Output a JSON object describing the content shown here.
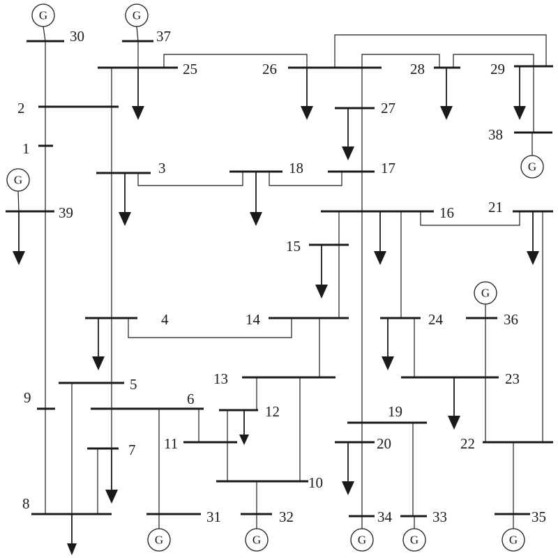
{
  "generator_symbol": "G",
  "buses": [
    {
      "id": "b1",
      "label": "1"
    },
    {
      "id": "b2",
      "label": "2"
    },
    {
      "id": "b3",
      "label": "3"
    },
    {
      "id": "b4",
      "label": "4"
    },
    {
      "id": "b5",
      "label": "5"
    },
    {
      "id": "b6",
      "label": "6"
    },
    {
      "id": "b7",
      "label": "7"
    },
    {
      "id": "b8",
      "label": "8"
    },
    {
      "id": "b9",
      "label": "9"
    },
    {
      "id": "b10",
      "label": "10"
    },
    {
      "id": "b11",
      "label": "11"
    },
    {
      "id": "b12",
      "label": "12"
    },
    {
      "id": "b13",
      "label": "13"
    },
    {
      "id": "b14",
      "label": "14"
    },
    {
      "id": "b15",
      "label": "15"
    },
    {
      "id": "b16",
      "label": "16"
    },
    {
      "id": "b17",
      "label": "17"
    },
    {
      "id": "b18",
      "label": "18"
    },
    {
      "id": "b19",
      "label": "19"
    },
    {
      "id": "b20",
      "label": "20"
    },
    {
      "id": "b21",
      "label": "21"
    },
    {
      "id": "b22",
      "label": "22"
    },
    {
      "id": "b23",
      "label": "23"
    },
    {
      "id": "b24",
      "label": "24"
    },
    {
      "id": "b25",
      "label": "25"
    },
    {
      "id": "b26",
      "label": "26"
    },
    {
      "id": "b27",
      "label": "27"
    },
    {
      "id": "b28",
      "label": "28"
    },
    {
      "id": "b29",
      "label": "29"
    },
    {
      "id": "b30",
      "label": "30"
    },
    {
      "id": "b31",
      "label": "31"
    },
    {
      "id": "b32",
      "label": "32"
    },
    {
      "id": "b33",
      "label": "33"
    },
    {
      "id": "b34",
      "label": "34"
    },
    {
      "id": "b35",
      "label": "35"
    },
    {
      "id": "b36",
      "label": "36"
    },
    {
      "id": "b37",
      "label": "37"
    },
    {
      "id": "b38",
      "label": "38"
    },
    {
      "id": "b39",
      "label": "39"
    }
  ],
  "generators": [
    "b30",
    "b37",
    "b39",
    "b38",
    "b36",
    "b31",
    "b32",
    "b34",
    "b33",
    "b35"
  ],
  "loads": [
    "b39",
    "b25",
    "b26",
    "b27",
    "b28",
    "b29",
    "b3",
    "b18",
    "b15",
    "b16",
    "b21",
    "b4",
    "b24",
    "b23",
    "b12",
    "b20",
    "b7",
    "b8"
  ],
  "connections": [
    [
      "b30",
      "b2"
    ],
    [
      "b2",
      "b1"
    ],
    [
      "b1",
      "b39"
    ],
    [
      "b39",
      "b9"
    ],
    [
      "b9",
      "b8"
    ],
    [
      "b37",
      "b25"
    ],
    [
      "b2",
      "b25"
    ],
    [
      "b2",
      "b3"
    ],
    [
      "b25",
      "b26"
    ],
    [
      "b26",
      "b27"
    ],
    [
      "b27",
      "b17"
    ],
    [
      "b17",
      "b16"
    ],
    [
      "b26",
      "b28"
    ],
    [
      "b26",
      "b29"
    ],
    [
      "b28",
      "b29"
    ],
    [
      "b29",
      "b38"
    ],
    [
      "b3",
      "b18"
    ],
    [
      "b18",
      "b17"
    ],
    [
      "b3",
      "b4"
    ],
    [
      "b16",
      "b15"
    ],
    [
      "b16",
      "b21"
    ],
    [
      "b16",
      "b19"
    ],
    [
      "b16",
      "b24"
    ],
    [
      "b15",
      "b14"
    ],
    [
      "b4",
      "b14"
    ],
    [
      "b4",
      "b5"
    ],
    [
      "b14",
      "b13"
    ],
    [
      "b5",
      "b6"
    ],
    [
      "b5",
      "b8"
    ],
    [
      "b6",
      "b7"
    ],
    [
      "b7",
      "b8"
    ],
    [
      "b6",
      "b11"
    ],
    [
      "b6",
      "b31"
    ],
    [
      "b13",
      "b12"
    ],
    [
      "b13",
      "b10"
    ],
    [
      "b11",
      "b12"
    ],
    [
      "b11",
      "b10"
    ],
    [
      "b10",
      "b32"
    ],
    [
      "b19",
      "b20"
    ],
    [
      "b19",
      "b33"
    ],
    [
      "b20",
      "b34"
    ],
    [
      "b24",
      "b23"
    ],
    [
      "b23",
      "b36"
    ],
    [
      "b23",
      "b22"
    ],
    [
      "b21",
      "b22"
    ],
    [
      "b22",
      "b35"
    ]
  ]
}
